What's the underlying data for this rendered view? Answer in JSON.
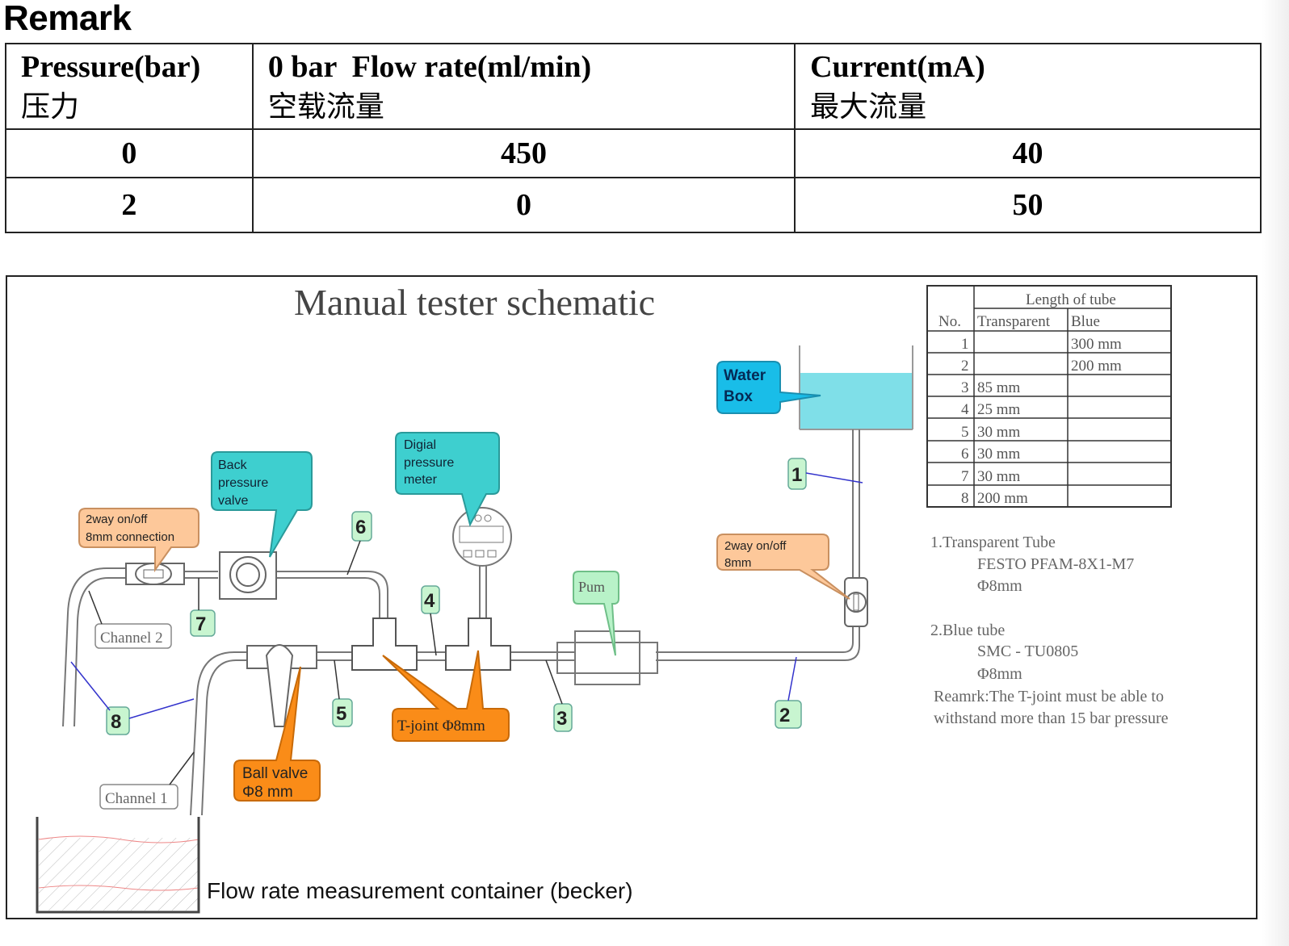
{
  "remark": {
    "title": "Remark"
  },
  "spec_table": {
    "headers": [
      {
        "en": "Pressure(bar)",
        "cn": "压力"
      },
      {
        "en": "0 bar  Flow rate(ml/min)",
        "cn": "空载流量"
      },
      {
        "en": "Current(mA)",
        "cn": "最大流量"
      }
    ],
    "rows": [
      [
        "0",
        "450",
        "40"
      ],
      [
        "2",
        "0",
        "50"
      ]
    ]
  },
  "schematic": {
    "title": "Manual tester schematic",
    "callouts": {
      "water_box": [
        "Water",
        "Box"
      ],
      "digital_meter": [
        "Digial",
        "pressure",
        "meter"
      ],
      "back_pressure": [
        "Back",
        "pressure",
        "valve"
      ],
      "two_way_8mm_conn": [
        "2way on/off",
        "8mm connection"
      ],
      "two_way_8mm": [
        "2way on/off",
        "8mm"
      ],
      "pump": "Pum",
      "t_joint": "T-joint Φ8mm",
      "ball_valve": [
        "Ball valve",
        "Φ8 mm"
      ],
      "channel2": "Channel 2",
      "channel1": "Channel 1",
      "container": "Flow rate measurement container (becker)"
    },
    "numbers": [
      "1",
      "2",
      "3",
      "4",
      "5",
      "6",
      "7",
      "8"
    ],
    "tube_table": {
      "header_top": "Length of tube",
      "headers": [
        "No.",
        "Transparent",
        "Blue"
      ],
      "rows": [
        [
          "1",
          "",
          "300 mm"
        ],
        [
          "2",
          "",
          "200 mm"
        ],
        [
          "3",
          "85 mm",
          ""
        ],
        [
          "4",
          "25 mm",
          ""
        ],
        [
          "5",
          "30 mm",
          ""
        ],
        [
          "6",
          "30 mm",
          ""
        ],
        [
          "7",
          "30 mm",
          ""
        ],
        [
          "8",
          "200 mm",
          ""
        ]
      ]
    },
    "notes": [
      "1.Transparent Tube",
      "FESTO PFAM-8X1-M7",
      "Φ8mm",
      "2.Blue tube",
      "SMC - TU0805",
      "Φ8mm",
      "Reamrk:The T-joint must be able to",
      "withstand more than 15 bar pressure"
    ]
  }
}
